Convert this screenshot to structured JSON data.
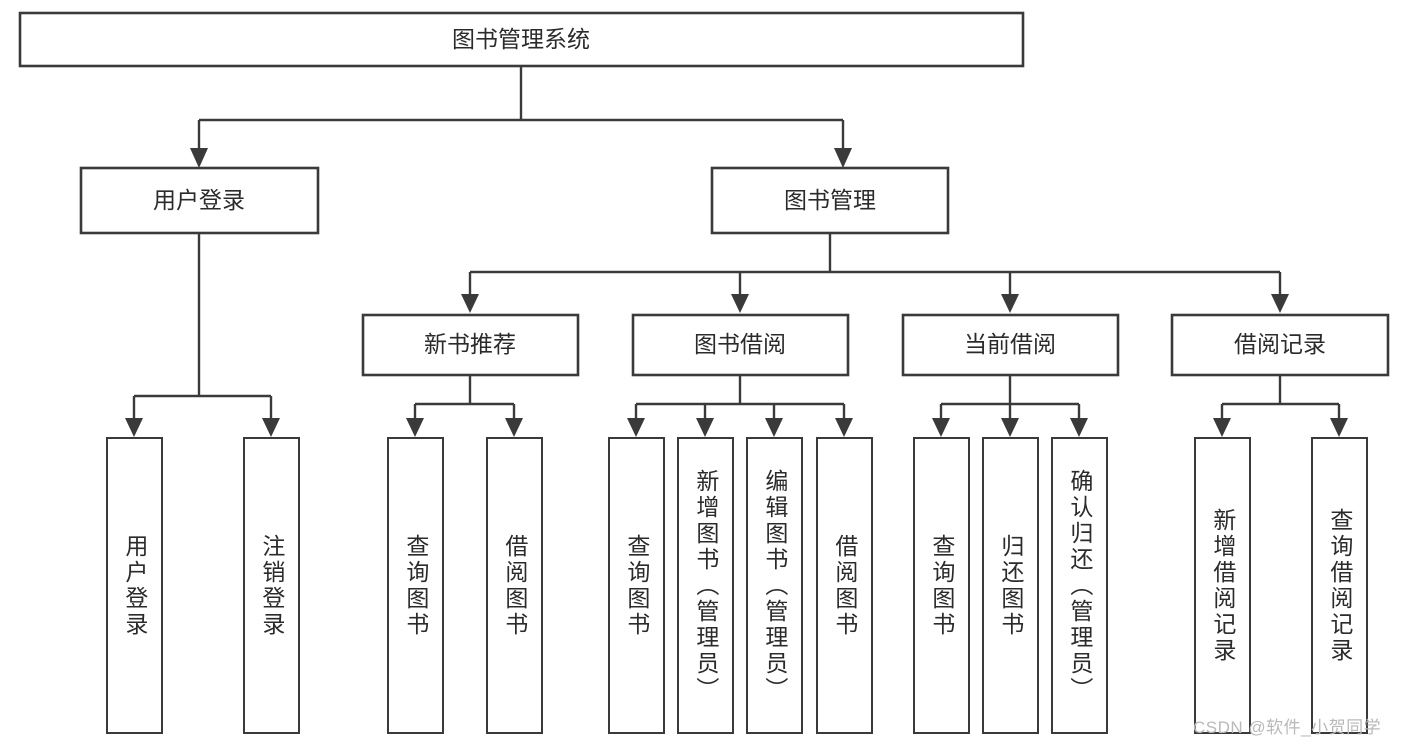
{
  "diagram": {
    "type": "tree-hierarchy",
    "title": "图书管理系统",
    "watermark": "CSDN @软件_小贺同学",
    "colors": {
      "stroke": "#3a3a3a",
      "text": "#2b2b2b",
      "background": "#ffffff",
      "watermark": "#b9b9b9"
    },
    "root": {
      "label": "图书管理系统"
    },
    "level2": [
      {
        "label": "用户登录"
      },
      {
        "label": "图书管理"
      }
    ],
    "level3": [
      {
        "label": "新书推荐"
      },
      {
        "label": "图书借阅"
      },
      {
        "label": "当前借阅"
      },
      {
        "label": "借阅记录"
      }
    ],
    "leaves": {
      "user_login": [
        {
          "label": "用户登录"
        },
        {
          "label": "注销登录"
        }
      ],
      "new_book": [
        {
          "label": "查询图书"
        },
        {
          "label": "借阅图书"
        }
      ],
      "book_borrow": [
        {
          "label": "查询图书"
        },
        {
          "label": "新增图书（管理员）"
        },
        {
          "label": "编辑图书（管理员）"
        },
        {
          "label": "借阅图书"
        }
      ],
      "current_borrow": [
        {
          "label": "查询图书"
        },
        {
          "label": "归还图书"
        },
        {
          "label": "确认归还（管理员）"
        }
      ],
      "borrow_record": [
        {
          "label": "新增借阅记录"
        },
        {
          "label": "查询借阅记录"
        }
      ]
    }
  }
}
